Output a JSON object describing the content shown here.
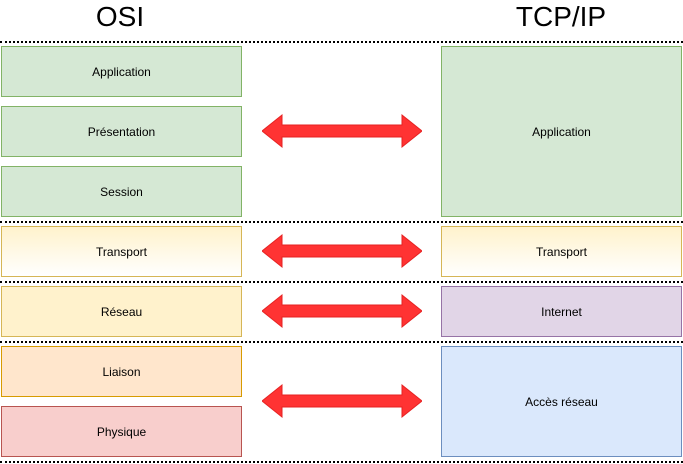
{
  "headers": {
    "osi": "OSI",
    "tcpip": "TCP/IP"
  },
  "osi_layers": [
    {
      "label": "Application"
    },
    {
      "label": "Présentation"
    },
    {
      "label": "Session"
    },
    {
      "label": "Transport"
    },
    {
      "label": "Réseau"
    },
    {
      "label": "Liaison"
    },
    {
      "label": "Physique"
    }
  ],
  "tcpip_layers": [
    {
      "label": "Application"
    },
    {
      "label": "Transport"
    },
    {
      "label": "Internet"
    },
    {
      "label": "Accès réseau"
    }
  ],
  "colors": {
    "arrow": "#ff3333",
    "green_fill": "#d5e8d4",
    "yellow_fill": "#fff2cc",
    "orange_fill": "#ffe6cc",
    "red_fill": "#f8cecc",
    "purple_fill": "#e1d5e7",
    "blue_fill": "#dae8fc"
  }
}
